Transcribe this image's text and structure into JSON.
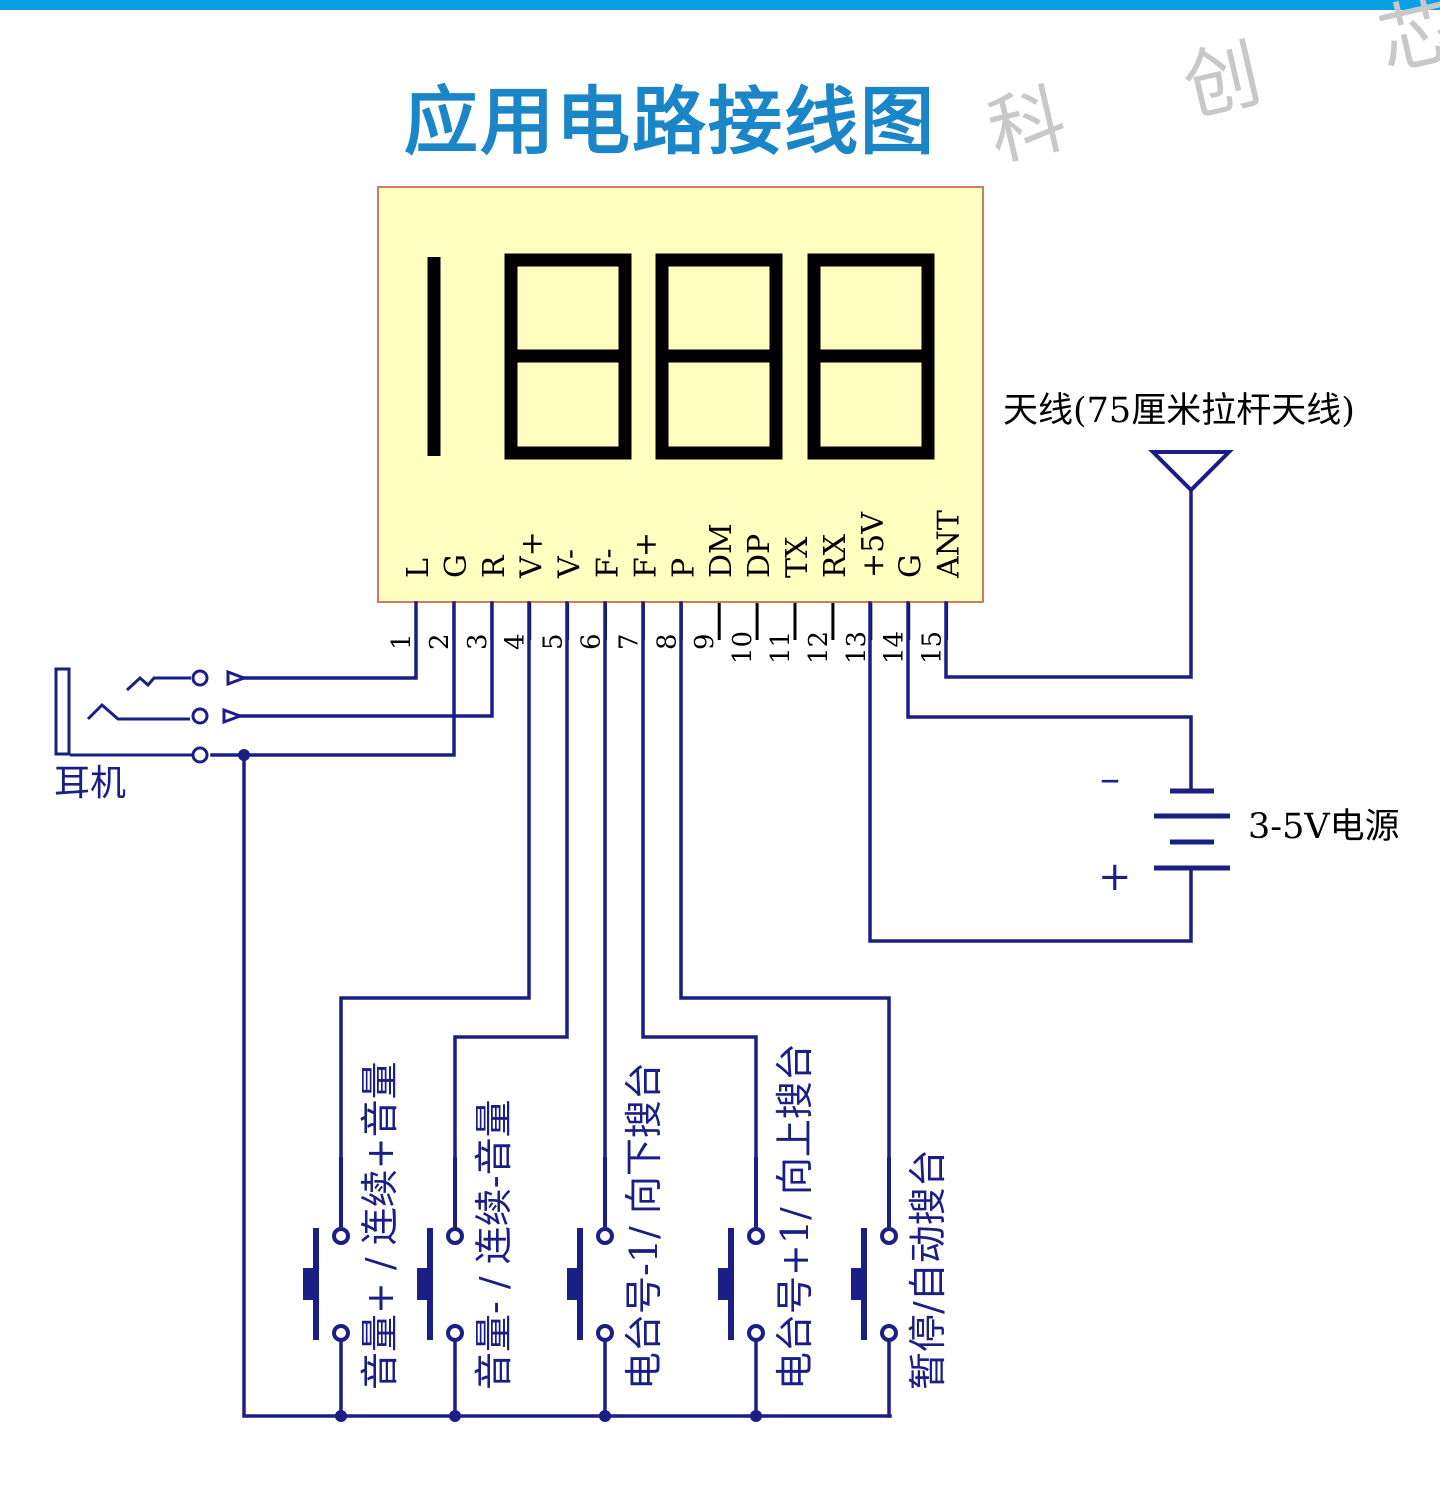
{
  "title": "应用电路接线图",
  "watermark": "科 创 芯",
  "display": {
    "digits": "1888"
  },
  "pins": [
    {
      "number": "1",
      "label": "L"
    },
    {
      "number": "2",
      "label": "G"
    },
    {
      "number": "3",
      "label": "R"
    },
    {
      "number": "4",
      "label": "V+"
    },
    {
      "number": "5",
      "label": "V-"
    },
    {
      "number": "6",
      "label": "F-"
    },
    {
      "number": "7",
      "label": "F+"
    },
    {
      "number": "8",
      "label": "P"
    },
    {
      "number": "9",
      "label": "DM"
    },
    {
      "number": "10",
      "label": "DP"
    },
    {
      "number": "11",
      "label": "TX"
    },
    {
      "number": "12",
      "label": "RX"
    },
    {
      "number": "13",
      "label": "+5V"
    },
    {
      "number": "14",
      "label": "G"
    },
    {
      "number": "15",
      "label": "ANT"
    }
  ],
  "antenna_label": "天线(75厘米拉杆天线)",
  "headphone_label": "耳机",
  "power": {
    "label": "3-5V电源",
    "minus": "–",
    "plus": "+"
  },
  "buttons": [
    {
      "label": "音量+ / 连续+音量"
    },
    {
      "label": "音量- / 连续-音量"
    },
    {
      "label": "电台号-1/ 向下搜台"
    },
    {
      "label": "电台号+1/ 向上搜台"
    },
    {
      "label": "暂停/自动搜台"
    }
  ],
  "colors": {
    "title": "#1a86c8",
    "top_bar": "#0aa0e6",
    "wire": "#1a1f86",
    "text_blue": "#1a1f86",
    "module_fill": "#ffffc0",
    "module_stroke": "#d07a60",
    "segment": "#000000",
    "watermark": "#c8c8c8"
  }
}
